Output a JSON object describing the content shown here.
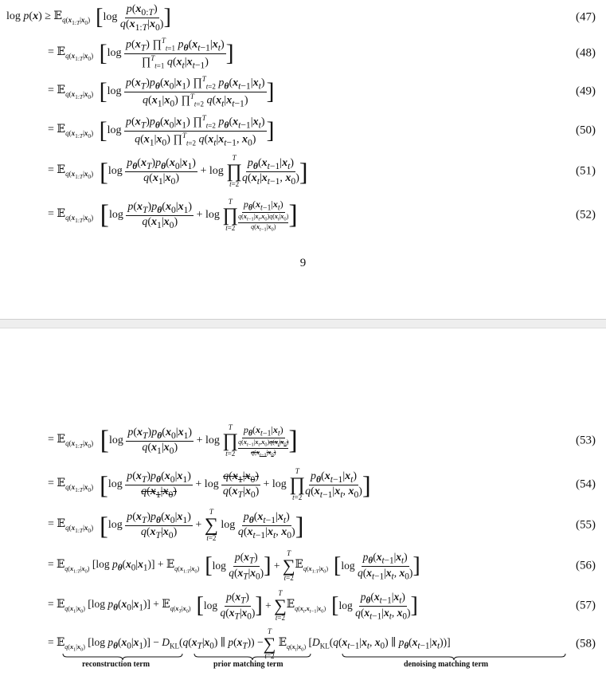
{
  "page_number": "9",
  "equations": [
    {
      "number": "(47)",
      "latex": "\\log p(\\boldsymbol{x}) \\geq \\mathbb{E}_{q(\\boldsymbol{x}_{1:T}|\\boldsymbol{x}_0)}\\left[\\log \\frac{p(\\boldsymbol{x}_{0:T})}{q(\\boldsymbol{x}_{1:T}|\\boldsymbol{x}_0)}\\right]"
    },
    {
      "number": "(48)",
      "latex": "= \\mathbb{E}_{q(\\boldsymbol{x}_{1:T}|\\boldsymbol{x}_0)}\\left[\\log \\frac{p(\\boldsymbol{x}_T)\\prod_{t=1}^{T} p_{\\boldsymbol{\\theta}}(\\boldsymbol{x}_{t-1}|\\boldsymbol{x}_t)}{\\prod_{t=1}^{T} q(\\boldsymbol{x}_t|\\boldsymbol{x}_{t-1})}\\right]"
    },
    {
      "number": "(49)",
      "latex": "= \\mathbb{E}_{q(\\boldsymbol{x}_{1:T}|\\boldsymbol{x}_0)}\\left[\\log \\frac{p(\\boldsymbol{x}_T)p_{\\boldsymbol{\\theta}}(\\boldsymbol{x}_0|\\boldsymbol{x}_1)\\prod_{t=2}^{T} p_{\\boldsymbol{\\theta}}(\\boldsymbol{x}_{t-1}|\\boldsymbol{x}_t)}{q(\\boldsymbol{x}_1|\\boldsymbol{x}_0)\\prod_{t=2}^{T} q(\\boldsymbol{x}_t|\\boldsymbol{x}_{t-1})}\\right]"
    },
    {
      "number": "(50)",
      "latex": "= \\mathbb{E}_{q(\\boldsymbol{x}_{1:T}|\\boldsymbol{x}_0)}\\left[\\log \\frac{p(\\boldsymbol{x}_T)p_{\\boldsymbol{\\theta}}(\\boldsymbol{x}_0|\\boldsymbol{x}_1)\\prod_{t=2}^{T} p_{\\boldsymbol{\\theta}}(\\boldsymbol{x}_{t-1}|\\boldsymbol{x}_t)}{q(\\boldsymbol{x}_1|\\boldsymbol{x}_0)\\prod_{t=2}^{T} q(\\boldsymbol{x}_t|\\boldsymbol{x}_{t-1},\\boldsymbol{x}_0)}\\right]"
    },
    {
      "number": "(51)",
      "latex": "= \\mathbb{E}_{q(\\boldsymbol{x}_{1:T}|\\boldsymbol{x}_0)}\\left[\\log \\frac{p_{\\boldsymbol{\\theta}}(\\boldsymbol{x}_T)p_{\\boldsymbol{\\theta}}(\\boldsymbol{x}_0|\\boldsymbol{x}_1)}{q(\\boldsymbol{x}_1|\\boldsymbol{x}_0)} + \\log \\prod_{t=2}^{T} \\frac{p_{\\boldsymbol{\\theta}}(\\boldsymbol{x}_{t-1}|\\boldsymbol{x}_t)}{q(\\boldsymbol{x}_t|\\boldsymbol{x}_{t-1},\\boldsymbol{x}_0)}\\right]"
    },
    {
      "number": "(52)",
      "latex": "= \\mathbb{E}_{q(\\boldsymbol{x}_{1:T}|\\boldsymbol{x}_0)}\\left[\\log \\frac{p(\\boldsymbol{x}_T)p_{\\boldsymbol{\\theta}}(\\boldsymbol{x}_0|\\boldsymbol{x}_1)}{q(\\boldsymbol{x}_1|\\boldsymbol{x}_0)} + \\log \\prod_{t=2}^{T} \\frac{p_{\\boldsymbol{\\theta}}(\\boldsymbol{x}_{t-1}|\\boldsymbol{x}_t)}{\\frac{q(\\boldsymbol{x}_{t-1}|\\boldsymbol{x}_t,\\boldsymbol{x}_0)q(\\boldsymbol{x}_t|\\boldsymbol{x}_0)}{q(\\boldsymbol{x}_{t-1}|\\boldsymbol{x}_0)}}\\right]"
    },
    {
      "number": "(53)",
      "latex": "= \\mathbb{E}_{q(\\boldsymbol{x}_{1:T}|\\boldsymbol{x}_0)}\\left[\\log \\frac{p(\\boldsymbol{x}_T)p_{\\boldsymbol{\\theta}}(\\boldsymbol{x}_0|\\boldsymbol{x}_1)}{q(\\boldsymbol{x}_1|\\boldsymbol{x}_0)} + \\log \\prod_{t=2}^{T} \\frac{p_{\\boldsymbol{\\theta}}(\\boldsymbol{x}_{t-1}|\\boldsymbol{x}_t)}{\\frac{q(\\boldsymbol{x}_{t-1}|\\boldsymbol{x}_t,\\boldsymbol{x}_0)\\cancel{q(\\boldsymbol{x}_t|\\boldsymbol{x}_0)}}{\\cancel{q(\\boldsymbol{x}_{t-1}|\\boldsymbol{x}_0)}}}\\right]"
    },
    {
      "number": "(54)",
      "latex": "= \\mathbb{E}_{q(\\boldsymbol{x}_{1:T}|\\boldsymbol{x}_0)}\\left[\\log \\frac{p(\\boldsymbol{x}_T)p_{\\boldsymbol{\\theta}}(\\boldsymbol{x}_0|\\boldsymbol{x}_1)}{\\cancel{q(\\boldsymbol{x}_1|\\boldsymbol{x}_0)}} + \\log \\frac{\\cancel{q(\\boldsymbol{x}_1|\\boldsymbol{x}_0)}}{q(\\boldsymbol{x}_T|\\boldsymbol{x}_0)} + \\log \\prod_{t=2}^{T} \\frac{p_{\\boldsymbol{\\theta}}(\\boldsymbol{x}_{t-1}|\\boldsymbol{x}_t)}{q(\\boldsymbol{x}_{t-1}|\\boldsymbol{x}_t,\\boldsymbol{x}_0)}\\right]"
    },
    {
      "number": "(55)",
      "latex": "= \\mathbb{E}_{q(\\boldsymbol{x}_{1:T}|\\boldsymbol{x}_0)}\\left[\\log \\frac{p(\\boldsymbol{x}_T)p_{\\boldsymbol{\\theta}}(\\boldsymbol{x}_0|\\boldsymbol{x}_1)}{q(\\boldsymbol{x}_T|\\boldsymbol{x}_0)} + \\sum_{t=2}^{T} \\log \\frac{p_{\\boldsymbol{\\theta}}(\\boldsymbol{x}_{t-1}|\\boldsymbol{x}_t)}{q(\\boldsymbol{x}_{t-1}|\\boldsymbol{x}_t,\\boldsymbol{x}_0)}\\right]"
    },
    {
      "number": "(56)",
      "latex": "= \\mathbb{E}_{q(\\boldsymbol{x}_{1:T}|\\boldsymbol{x}_0)}[\\log p_{\\boldsymbol{\\theta}}(\\boldsymbol{x}_0|\\boldsymbol{x}_1)] + \\mathbb{E}_{q(\\boldsymbol{x}_{1:T}|\\boldsymbol{x}_0)}\\left[\\log \\frac{p(\\boldsymbol{x}_T)}{q(\\boldsymbol{x}_T|\\boldsymbol{x}_0)}\\right] + \\sum_{t=2}^{T} \\mathbb{E}_{q(\\boldsymbol{x}_{1:T}|\\boldsymbol{x}_0)}\\left[\\log \\frac{p_{\\boldsymbol{\\theta}}(\\boldsymbol{x}_{t-1}|\\boldsymbol{x}_t)}{q(\\boldsymbol{x}_{t-1}|\\boldsymbol{x}_t,\\boldsymbol{x}_0)}\\right]"
    },
    {
      "number": "(57)",
      "latex": "= \\mathbb{E}_{q(\\boldsymbol{x}_1|\\boldsymbol{x}_0)}[\\log p_{\\boldsymbol{\\theta}}(\\boldsymbol{x}_0|\\boldsymbol{x}_1)] + \\mathbb{E}_{q(\\boldsymbol{x}_T|\\boldsymbol{x}_0)}\\left[\\log \\frac{p(\\boldsymbol{x}_T)}{q(\\boldsymbol{x}_T|\\boldsymbol{x}_0)}\\right] + \\sum_{t=2}^{T} \\mathbb{E}_{q(\\boldsymbol{x}_t,\\boldsymbol{x}_{t-1}|\\boldsymbol{x}_0)}\\left[\\log \\frac{p_{\\boldsymbol{\\theta}}(\\boldsymbol{x}_{t-1}|\\boldsymbol{x}_t)}{q(\\boldsymbol{x}_{t-1}|\\boldsymbol{x}_t,\\boldsymbol{x}_0)}\\right]"
    },
    {
      "number": "(58)",
      "latex": "= \\underbrace{\\mathbb{E}_{q(\\boldsymbol{x}_1|\\boldsymbol{x}_0)}[\\log p_{\\boldsymbol{\\theta}}(\\boldsymbol{x}_0|\\boldsymbol{x}_1)]}_{\\text{reconstruction term}} - \\underbrace{D_{\\mathrm{KL}}(q(\\boldsymbol{x}_T|\\boldsymbol{x}_0)\\parallel p(\\boldsymbol{x}_T))}_{\\text{prior matching term}} - \\sum_{t=2}^{T}\\underbrace{\\mathbb{E}_{q(\\boldsymbol{x}_t|\\boldsymbol{x}_0)}[D_{\\mathrm{KL}}(q(\\boldsymbol{x}_{t-1}|\\boldsymbol{x}_t,\\boldsymbol{x}_0)\\parallel p_{\\boldsymbol{\\theta}}(\\boldsymbol{x}_{t-1}|\\boldsymbol{x}_t))]}_{\\text{denoising matching term}}"
    }
  ],
  "underbrace_labels": {
    "reconstruction": "reconstruction term",
    "prior": "prior matching term",
    "denoising": "denoising matching term"
  }
}
